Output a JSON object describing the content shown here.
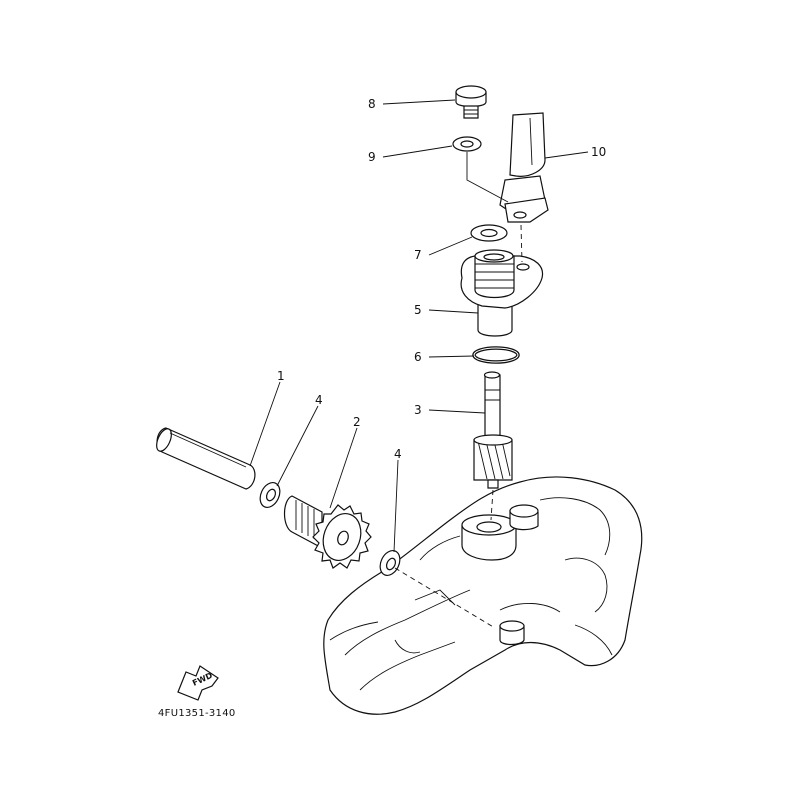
{
  "diagram": {
    "callouts": [
      "1",
      "2",
      "3",
      "4",
      "4",
      "5",
      "6",
      "7",
      "8",
      "9",
      "10"
    ],
    "fwd_label": "FWD",
    "drawing_code": "4FU1351-3140"
  }
}
